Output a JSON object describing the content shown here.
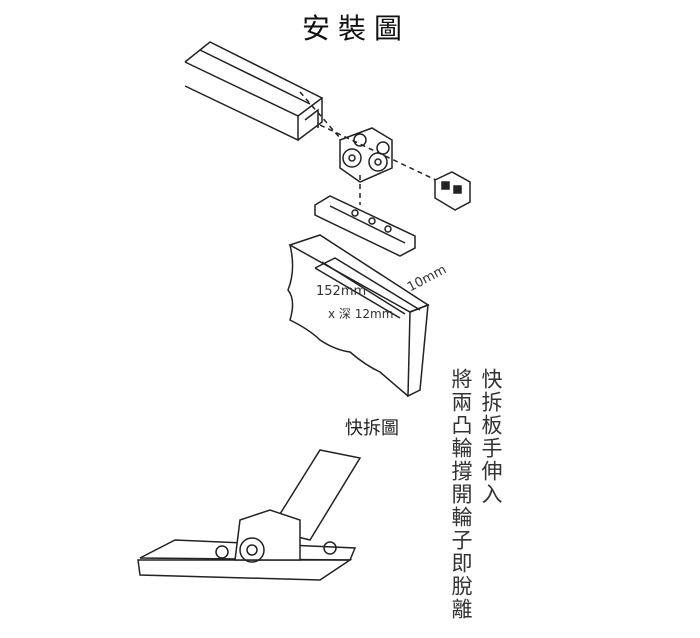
{
  "title": "安裝圖",
  "dimensions": {
    "width_label": "10mm",
    "length_label": "152mm",
    "depth_label": "x 深 12mm"
  },
  "quick_release": {
    "title": "快拆圖",
    "instruction_line1": "快拆板手伸入",
    "instruction_line2": "將兩凸輪撐開輪子即脫離"
  }
}
